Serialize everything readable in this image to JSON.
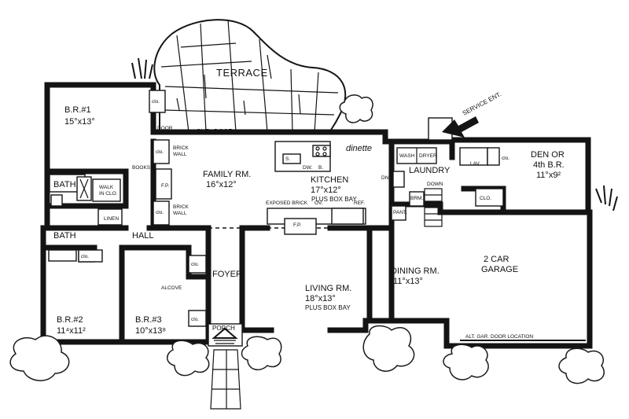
{
  "rooms": {
    "terrace": "TERRACE",
    "br1_name": "B.R.#1",
    "br1_size": "15°x13°",
    "family_name": "FAMILY RM.",
    "family_size": "16°x12°",
    "kitchen_name": "KITCHEN",
    "kitchen_size": "17°x12°",
    "kitchen_note": "PLUS BOX BAY",
    "dinette": "dinette",
    "laundry": "LAUNDRY",
    "den_name": "DEN OR",
    "den_name2": "4th B.R.",
    "den_size": "11°x9²",
    "living_name": "LIVING RM.",
    "living_size": "18°x13°",
    "living_note": "PLUS BOX BAY",
    "dining_name": "DINING RM.",
    "dining_size": "11°x13°",
    "garage_name1": "2 CAR",
    "garage_name2": "GARAGE",
    "br2_name": "B.R.#2",
    "br2_size": "11⁴x11²",
    "br3_name": "B.R.#3",
    "br3_size": "10°x13⁸",
    "foyer": "FOYER",
    "hall": "HALL",
    "bath_upper": "BATH",
    "bath_lower": "BATH",
    "porch": "PORCH",
    "alcove": "ALCOVE",
    "walk_in": "WALK",
    "walk_in2": "IN CLO.",
    "linen": "LINEN"
  },
  "notes": {
    "service_ent": "SERVICE ENT.",
    "slid_door": "SLID. DOOR",
    "door": "DOOR",
    "brick_wall_top": "BRICK",
    "brick_wall_top2": "WALL",
    "brick_wall_bottom": "BRICK",
    "brick_wall_bottom2": "WALL",
    "fp_family": "F.P.",
    "fp_living": "F.P.",
    "books": "BOOKS",
    "exposed_brick": "EXPOSED BRICK",
    "ov": "OV.",
    "ref": "REF.",
    "dw": "DW.",
    "b": "B.",
    "s": "S.",
    "dn": "DN",
    "down": "DOWN",
    "wash": "WASH",
    "dryer": "DRYER",
    "lav": "LAV",
    "pant": "PANT.",
    "brm": "BRM.",
    "alt_garage_door": "ALT. GAR. DOOR LOCATION",
    "clo": "clo.",
    "clo_cap": "CLO."
  }
}
